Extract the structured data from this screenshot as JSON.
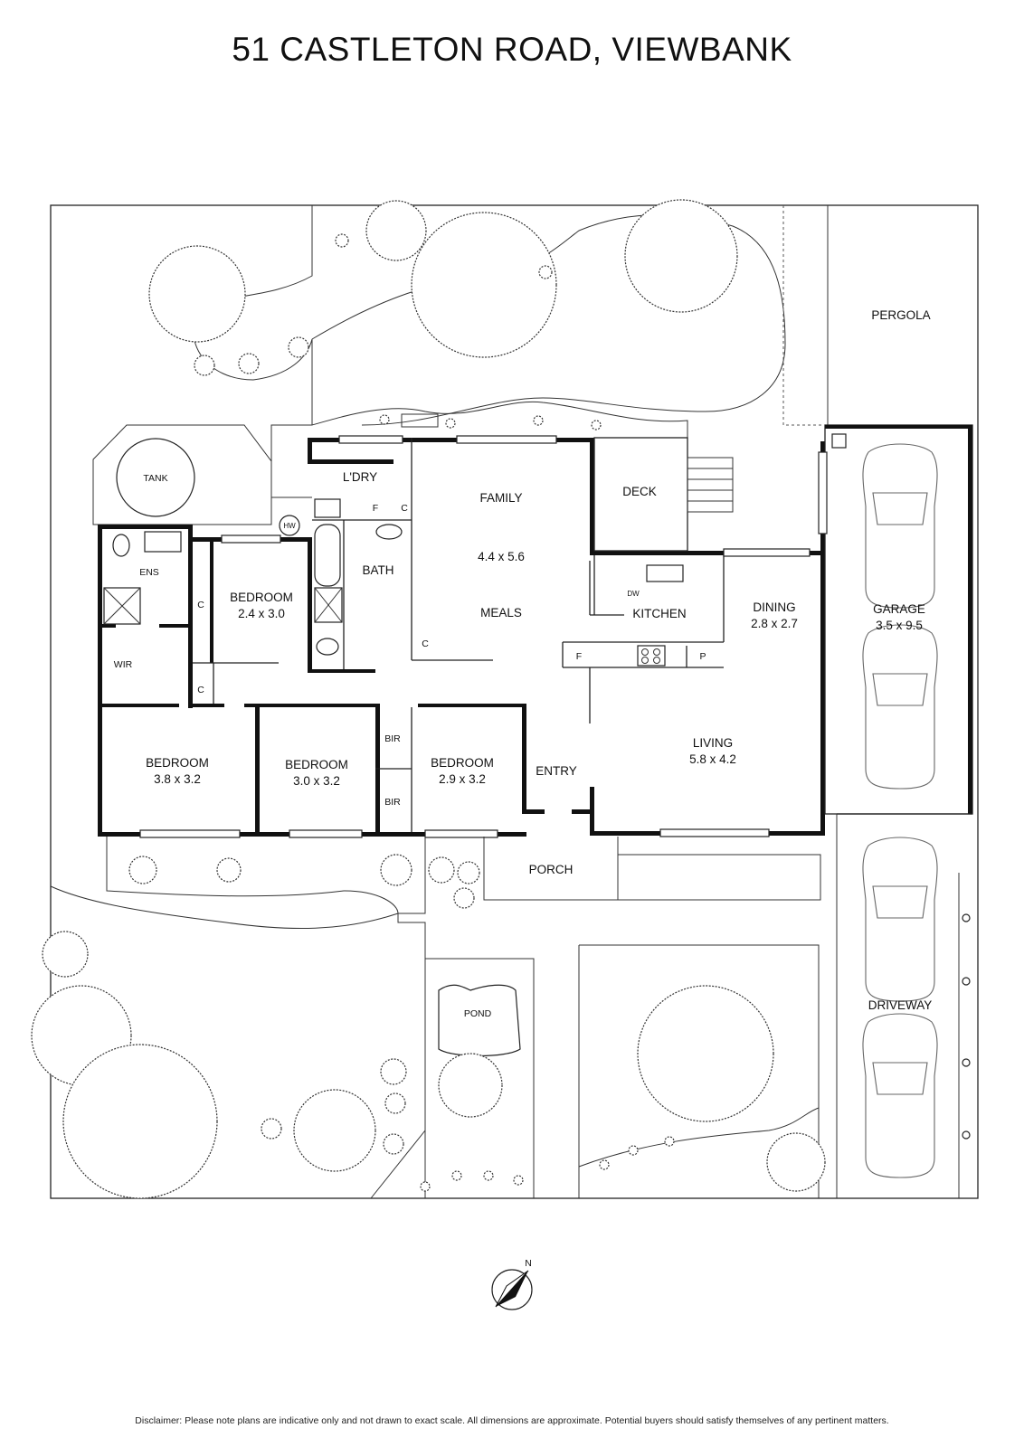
{
  "title": "51 CASTLETON ROAD, VIEWBANK",
  "rooms": {
    "pergola": "PERGOLA",
    "tank": "TANK",
    "laundry": "L'DRY",
    "family": "FAMILY",
    "family_dims": "4.4 x 5.6",
    "meals": "MEALS",
    "deck": "DECK",
    "kitchen": "KITCHEN",
    "dishwasher": "DW",
    "dining": "DINING",
    "dining_dims": "2.8 x 2.7",
    "garage": "GARAGE",
    "garage_dims": "3.5 x 9.5",
    "ensuite": "ENS",
    "wir": "WIR",
    "bedroom2": "BEDROOM",
    "bedroom2_dims": "2.4 x 3.0",
    "bath": "BATH",
    "hw": "HW",
    "bedroom1": "BEDROOM",
    "bedroom1_dims": "3.8 x 3.2",
    "bedroom3": "BEDROOM",
    "bedroom3_dims": "3.0 x 3.2",
    "bedroom4": "BEDROOM",
    "bedroom4_dims": "2.9 x 3.2",
    "bir": "BIR",
    "entry": "ENTRY",
    "living": "LIVING",
    "living_dims": "5.8 x 4.2",
    "porch": "PORCH",
    "pond": "POND",
    "driveway": "DRIVEWAY",
    "cupboard": "C",
    "fridge": "F",
    "pantry": "P"
  },
  "compass": {
    "north": "N"
  },
  "disclaimer": "Disclaimer: Please note plans are indicative only and not drawn to exact scale. All dimensions are approximate. Potential buyers should satisfy themselves of any pertinent matters."
}
